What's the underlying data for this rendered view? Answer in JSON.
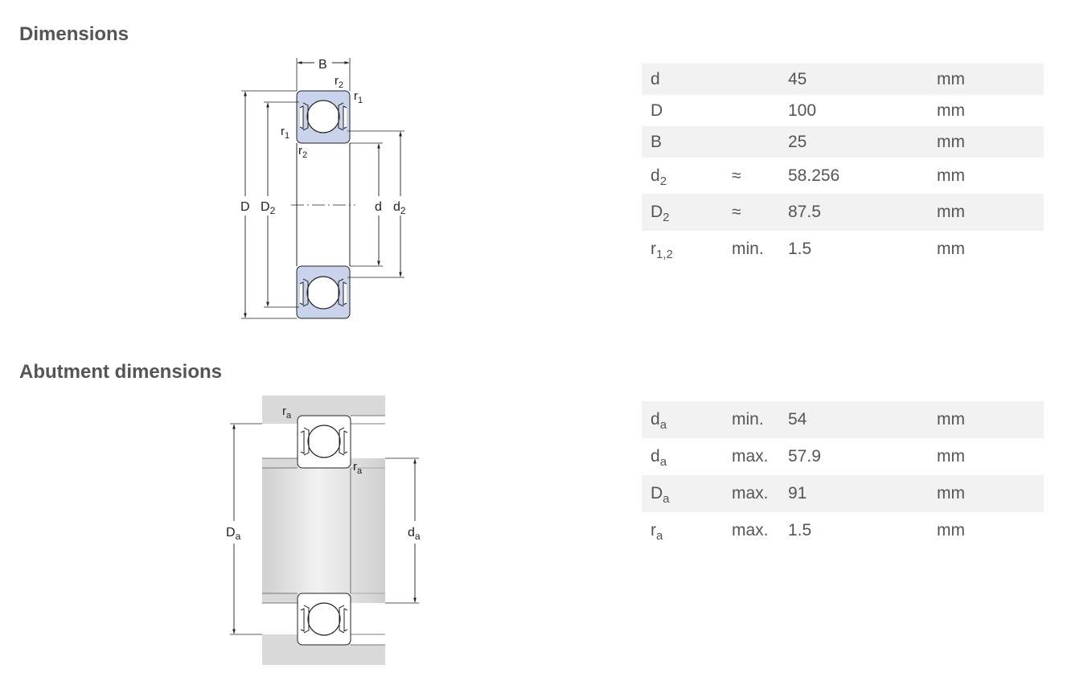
{
  "sections": {
    "dimensions_title": "Dimensions",
    "abutment_title": "Abutment dimensions"
  },
  "colors": {
    "row_shade": "#f2f2f2",
    "bearing_fill": "#c9d3ec",
    "abutment_fill": "#d9d9d9",
    "heading": "#555555"
  },
  "drawing_labels": {
    "B": "B",
    "D": "D",
    "D2": "D",
    "D2_sub": "2",
    "d": "d",
    "d2": "d",
    "d2_sub": "2",
    "r1": "r",
    "r1_sub": "1",
    "r2": "r",
    "r2_sub": "2",
    "Da": "D",
    "Da_sub": "a",
    "da": "d",
    "da_sub": "a",
    "ra": "r",
    "ra_sub": "a"
  },
  "dimensions": [
    {
      "symbol": "d",
      "sub": "",
      "qualifier": "",
      "value": "45",
      "unit": "mm"
    },
    {
      "symbol": "D",
      "sub": "",
      "qualifier": "",
      "value": "100",
      "unit": "mm"
    },
    {
      "symbol": "B",
      "sub": "",
      "qualifier": "",
      "value": "25",
      "unit": "mm"
    },
    {
      "symbol": "d",
      "sub": "2",
      "qualifier": "≈",
      "value": "58.256",
      "unit": "mm"
    },
    {
      "symbol": "D",
      "sub": "2",
      "qualifier": "≈",
      "value": "87.5",
      "unit": "mm"
    },
    {
      "symbol": "r",
      "sub": "1,2",
      "qualifier": "min.",
      "value": "1.5",
      "unit": "mm"
    }
  ],
  "abutment": [
    {
      "symbol": "d",
      "sub": "a",
      "qualifier": "min.",
      "value": "54",
      "unit": "mm"
    },
    {
      "symbol": "d",
      "sub": "a",
      "qualifier": "max.",
      "value": "57.9",
      "unit": "mm"
    },
    {
      "symbol": "D",
      "sub": "a",
      "qualifier": "max.",
      "value": "91",
      "unit": "mm"
    },
    {
      "symbol": "r",
      "sub": "a",
      "qualifier": "max.",
      "value": "1.5",
      "unit": "mm"
    }
  ]
}
